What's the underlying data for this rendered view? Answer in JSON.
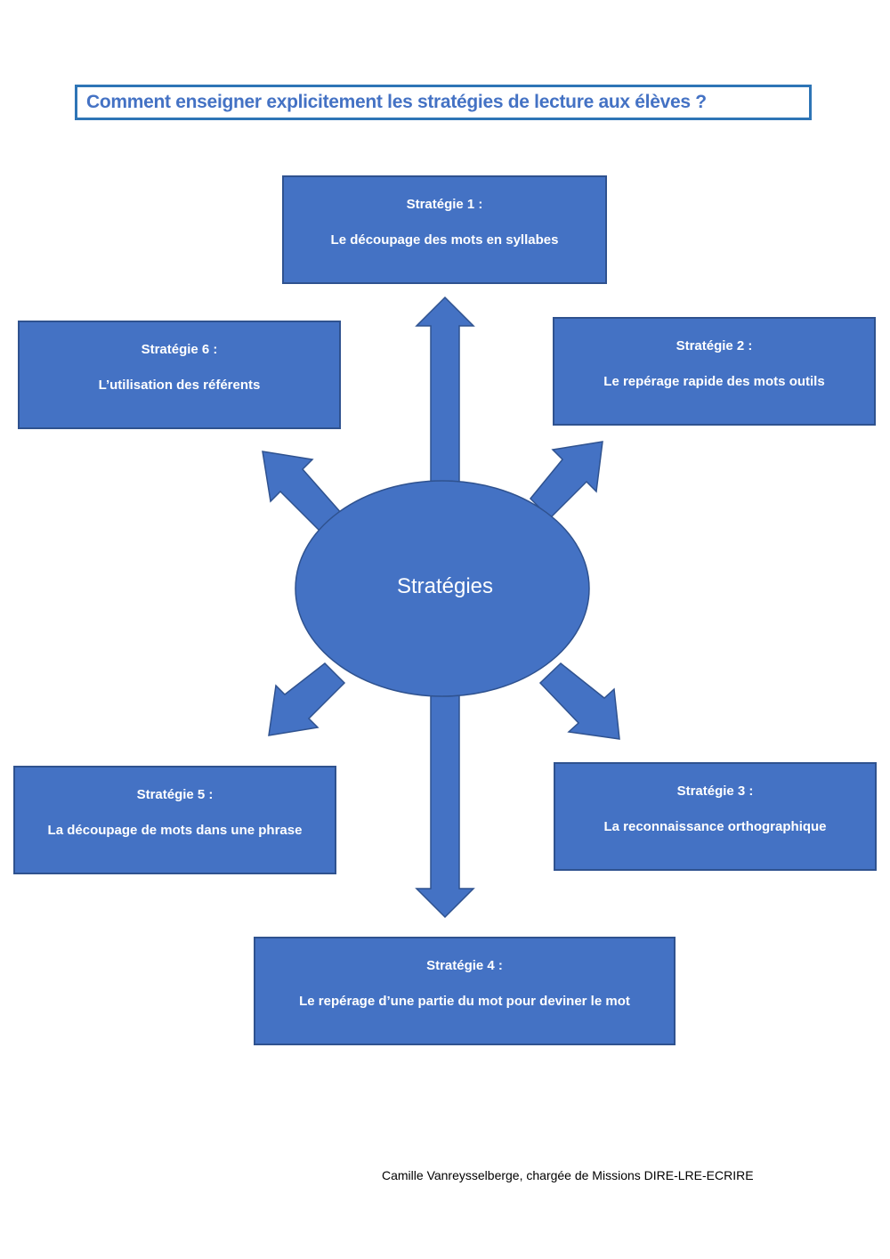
{
  "title": "Comment enseigner explicitement les stratégies de lecture aux élèves ?",
  "center": {
    "label": "Stratégies"
  },
  "strategies": [
    {
      "heading": "Stratégie 1 :",
      "description": "Le découpage des mots en syllabes"
    },
    {
      "heading": "Stratégie 2 :",
      "description": "Le repérage rapide des mots outils"
    },
    {
      "heading": "Stratégie 3 :",
      "description": "La reconnaissance orthographique"
    },
    {
      "heading": "Stratégie 4 :",
      "description": "Le repérage d’une partie du mot pour deviner le mot"
    },
    {
      "heading": "Stratégie 5 :",
      "description": "La découpage de mots dans une phrase"
    },
    {
      "heading": "Stratégie 6 :",
      "description": "L’utilisation des référents"
    }
  ],
  "footer": "Camille Vanreysselberge, chargée de Missions DIRE-LRE-ECRIRE",
  "colors": {
    "shape_fill": "#4472c4",
    "shape_border": "#2f528f",
    "title_border": "#2e75b6"
  }
}
